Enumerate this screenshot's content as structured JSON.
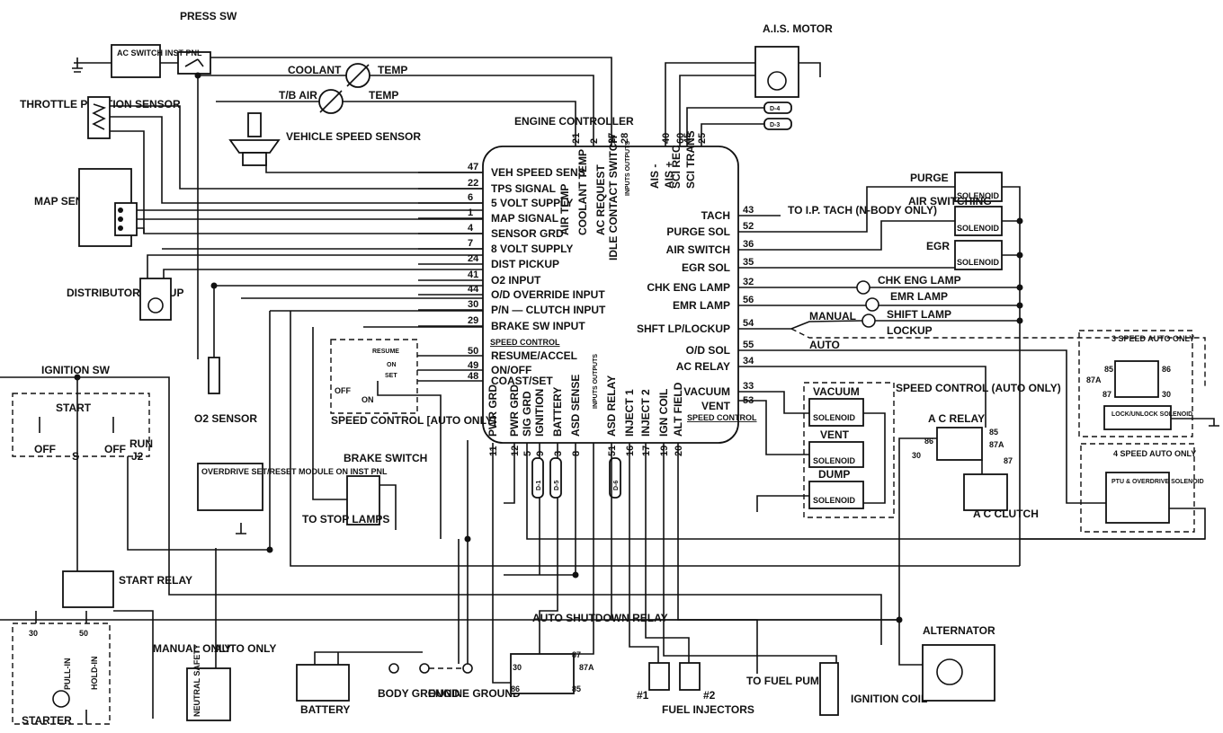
{
  "title": "ENGINE CONTROLLER",
  "controller_inputs_left": [
    {
      "pin": "47",
      "label": "VEH SPEED SENS"
    },
    {
      "pin": "22",
      "label": "TPS SIGNAL"
    },
    {
      "pin": "6",
      "label": "5 VOLT SUPPLY"
    },
    {
      "pin": "1",
      "label": "MAP SIGNAL"
    },
    {
      "pin": "4",
      "label": "SENSOR GRD"
    },
    {
      "pin": "7",
      "label": "8 VOLT SUPPLY"
    },
    {
      "pin": "24",
      "label": "DIST PICKUP"
    },
    {
      "pin": "41",
      "label": "O2 INPUT"
    },
    {
      "pin": "44",
      "label": "O/D OVERRIDE INPUT"
    },
    {
      "pin": "30",
      "label": "P/N — CLUTCH INPUT"
    },
    {
      "pin": "29",
      "label": "BRAKE SW INPUT"
    }
  ],
  "speed_control_inputs": [
    {
      "pin": "50",
      "label": "RESUME/ACCEL"
    },
    {
      "pin": "49",
      "label": "ON/OFF"
    },
    {
      "pin": "48",
      "label": "COAST/SET"
    }
  ],
  "speed_control_heading": "SPEED CONTROL",
  "controller_top": [
    {
      "pin": "21",
      "label": "AIR TEMP"
    },
    {
      "pin": "2",
      "label": "COOLANT TEMP"
    },
    {
      "pin": "27",
      "label": "AC REQUEST"
    },
    {
      "pin": "28",
      "label": "IDLE CONTACT SWITCH"
    },
    {
      "pin": "40",
      "label": "AIS -"
    },
    {
      "pin": "60",
      "label": "AIS +"
    },
    {
      "pin": "45",
      "label": "SCI REC"
    },
    {
      "pin": "25",
      "label": "SCI TRANS"
    }
  ],
  "inputs_outputs": "INPUTS OUTPUTS",
  "controller_outputs_right": [
    {
      "pin": "43",
      "label": "TACH"
    },
    {
      "pin": "52",
      "label": "PURGE SOL"
    },
    {
      "pin": "36",
      "label": "AIR SWITCH"
    },
    {
      "pin": "35",
      "label": "EGR SOL"
    },
    {
      "pin": "32",
      "label": "CHK ENG LAMP"
    },
    {
      "pin": "56",
      "label": "EMR LAMP"
    },
    {
      "pin": "54",
      "label": "SHFT LP/LOCKUP"
    },
    {
      "pin": "55",
      "label": "O/D SOL"
    },
    {
      "pin": "34",
      "label": "AC RELAY"
    },
    {
      "pin": "33",
      "label": "VACUUM"
    },
    {
      "pin": "53",
      "label": "VENT"
    }
  ],
  "controller_bottom": [
    {
      "pin": "11",
      "label": "PWR GRD"
    },
    {
      "pin": "12",
      "label": "PWR GRD"
    },
    {
      "pin": "5",
      "label": "SIG GRD"
    },
    {
      "pin": "9",
      "label": "IGNITION"
    },
    {
      "pin": "3",
      "label": "BATTERY"
    },
    {
      "pin": "8",
      "label": "ASD SENSE"
    },
    {
      "pin": "51",
      "label": "ASD RELAY"
    },
    {
      "pin": "16",
      "label": "INJECT 1"
    },
    {
      "pin": "17",
      "label": "INJECT 2"
    },
    {
      "pin": "19",
      "label": "IGN COIL"
    },
    {
      "pin": "20",
      "label": "ALT FIELD"
    }
  ],
  "components": {
    "press_sw": "PRESS SW",
    "ac_switch": "AC SWITCH INST PNL",
    "coolant": "COOLANT",
    "temp": "TEMP",
    "tb_air": "T/B AIR",
    "throttle": "THROTTLE POSITION SENSOR",
    "vss": "VEHICLE SPEED SENSOR",
    "map": "MAP SENSOR",
    "distributor": "DISTRIBUTOR PICKUP",
    "o2": "O2 SENSOR",
    "ignition_sw": "IGNITION SW",
    "start": "START",
    "off": "OFF",
    "run": "RUN",
    "s": "S",
    "j2": "J2",
    "overdrive": "OVERDRIVE SET/RESET MODULE ON INST PNL",
    "resume": "RESUME",
    "on": "ON",
    "set": "SET",
    "sc_auto": "SPEED CONTROL [AUTO ONLY]",
    "brake_switch": "BRAKE SWITCH",
    "to_stop": "TO STOP LAMPS",
    "start_relay": "START RELAY",
    "pull_in": "PULL-IN",
    "hold_in": "HOLD-IN",
    "starter": "STARTER",
    "manual_only": "MANUAL ONLY",
    "auto_only": "AUTO ONLY",
    "neutral_safety": "NEUTRAL SAFETY",
    "battery": "BATTERY",
    "body_ground": "BODY GROUND",
    "engine_ground": "ENGINE GROUND",
    "asd_relay": "AUTO SHUTDOWN RELAY",
    "fuel_injectors": "FUEL INJECTORS",
    "inj1": "#1",
    "inj2": "#2",
    "to_fuel_pump": "TO FUEL PUMP",
    "ignition_coil": "IGNITION COIL",
    "alternator": "ALTERNATOR",
    "ais_motor": "A.I.S. MOTOR",
    "d4": "D-4",
    "d3": "D-3",
    "d1": "D-1",
    "d5": "D-5",
    "d6": "D-6",
    "to_tach": "TO I.P. TACH (N-BODY ONLY)",
    "purge": "PURGE",
    "air_switching": "AIR SWITCHING",
    "egr": "EGR",
    "solenoid": "SOLENOID",
    "chk_eng_lamp": "CHK ENG LAMP",
    "emr_lamp": "EMR LAMP",
    "manual": "MANUAL",
    "shift_lamp": "SHIFT LAMP",
    "lockup": "LOCKUP",
    "auto": "AUTO",
    "speed3": "3 SPEED AUTO ONLY",
    "lock_unlock": "LOCK/UNLOCK SOLENOID",
    "speed4": "4 SPEED AUTO ONLY",
    "ptu": "PTU & OVERDRIVE SOLENOID",
    "sc_auto2": "SPEED CONTROL (AUTO ONLY)",
    "vacuum": "VACUUM",
    "vent": "VENT",
    "dump": "DUMP",
    "ac_relay": "A C RELAY",
    "ac_clutch": "A C CLUTCH",
    "n85": "85",
    "n86": "86",
    "n87": "87",
    "n87a": "87A",
    "n30": "30",
    "n50": "50"
  }
}
